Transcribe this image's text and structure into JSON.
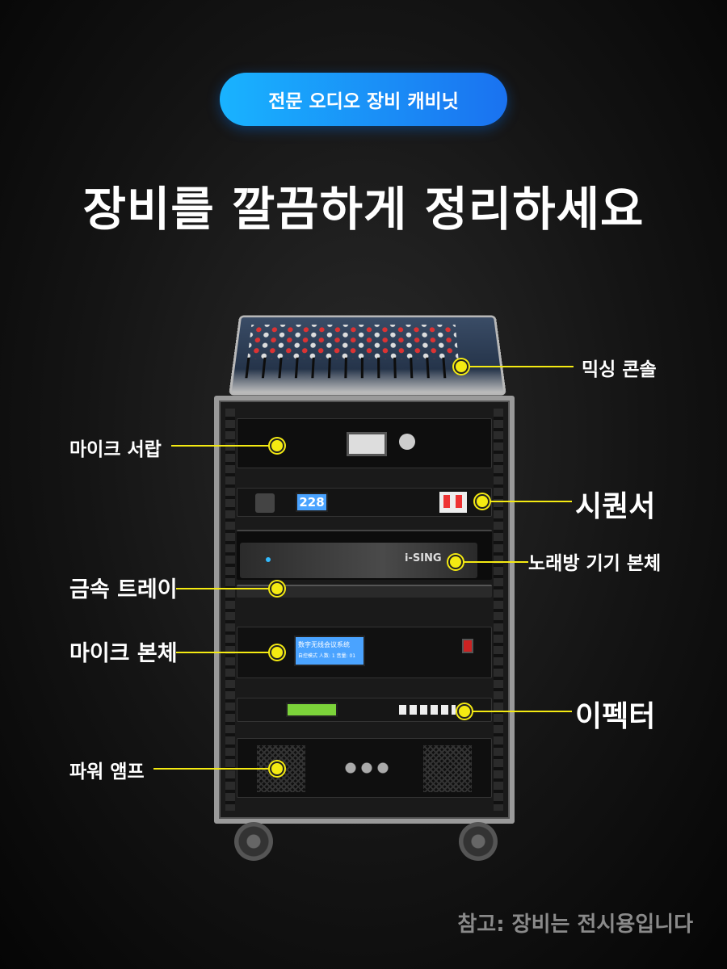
{
  "badge": {
    "text": "전문 오디오 장비 캐비닛"
  },
  "headline": {
    "text": "장비를 깔끔하게 정리하세요"
  },
  "callouts": {
    "mixer": "믹싱 콘솔",
    "mic_drawer": "마이크 서랍",
    "sequencer": "시퀀서",
    "karaoke": "노래방 기기 본체",
    "tray": "금속 트레이",
    "mic_host": "마이크 본체",
    "effector": "이펙터",
    "amp": "파워 앰프"
  },
  "device_text": {
    "sequencer_display": "228",
    "karaoke_brand": "i-SING",
    "mic_host_display": "数字无线会议系统",
    "mic_host_status": "自控模式  人数: 1  音量: 01"
  },
  "note": {
    "text": "참고: 장비는 전시용입니다"
  },
  "colors": {
    "accent": "#f4ea12",
    "badge_start": "#19b3ff",
    "badge_end": "#1a72f0",
    "note": "#8a8a8a"
  }
}
